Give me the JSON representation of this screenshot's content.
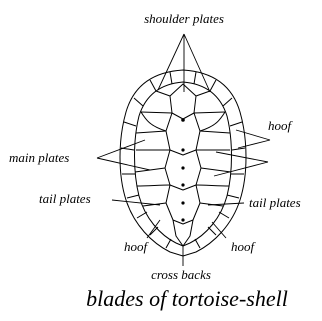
{
  "diagram": {
    "title": "blades of tortoise-shell",
    "labels": {
      "shoulder_plates": "shoulder plates",
      "hoof_right_top": "hoof",
      "main_plates": "main plates",
      "tail_plates_left": "tail plates",
      "tail_plates_right": "tail plates",
      "hoof_bottom_left": "hoof",
      "hoof_bottom_right": "hoof",
      "cross_backs": "cross backs"
    }
  }
}
